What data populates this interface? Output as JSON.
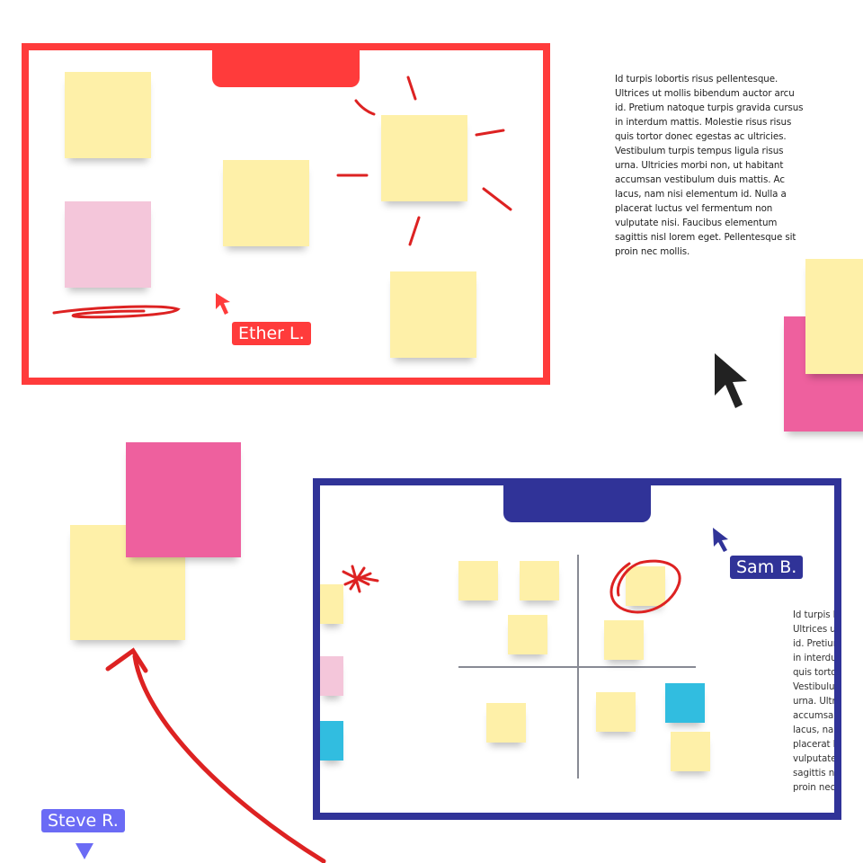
{
  "colors": {
    "red_frame": "#ff3b3b",
    "blue_frame": "#303398",
    "yellow": "#fef0a8",
    "pink": "#f4c6da",
    "magenta": "#ee609e",
    "cyan": "#31bde0",
    "ink": "#dd2222",
    "steve": "#6b6bf5"
  },
  "text_block": "Id turpis lobortis risus pellentesque. Ultrices ut mollis bibendum auctor arcu id. Pretium natoque turpis gravida cursus in interdum mattis. Molestie risus risus quis tortor donec egestas ac ultricies. Vestibulum turpis tempus ligula risus urna. Ultricies morbi non, ut habitant accumsan vestibulum duis mattis. Ac lacus, nam nisi elementum id. Nulla a placerat luctus vel fermentum non vulputate nisi. Faucibus elementum sagittis nisl lorem eget. Pellentesque sit proin nec mollis.",
  "cursors": {
    "ether": "Ether L.",
    "sam": "Sam B.",
    "steve": "Steve R."
  }
}
